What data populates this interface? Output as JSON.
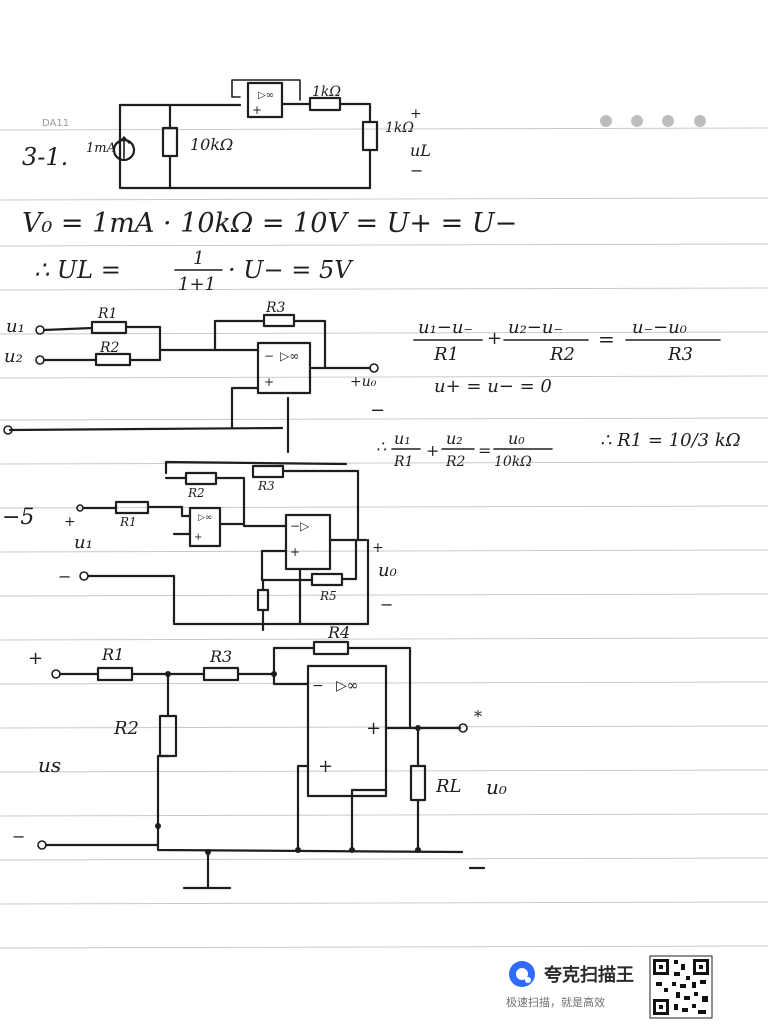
{
  "page": {
    "header_code": "DA11"
  },
  "problem_1": {
    "number": "3-1.",
    "source_label": "1mA",
    "r_shunt_label": "10kΩ",
    "r_series_label": "1kΩ",
    "r_load_label": "1kΩ",
    "load_voltage_label": "uL",
    "plus_sign": "+",
    "minus_sign": "−",
    "opamp_label": "▷∞",
    "equation_1": "V₀ = 1mA · 10kΩ = 10V = U+ = U−",
    "equation_2_lhs": "∴ UL =",
    "equation_2_frac_num": "1",
    "equation_2_frac_den": "1+1",
    "equation_2_rhs": "· U− = 5V"
  },
  "problem_2": {
    "input_1": "u₁",
    "input_2": "u₂",
    "r1": "R1",
    "r2": "R2",
    "r3": "R3",
    "opamp_label": "▷∞",
    "output_label": "+u₀",
    "ground_minus": "−",
    "eq_term_1_num": "u₁−u₋",
    "eq_term_1_den": "R1",
    "eq_plus": "+",
    "eq_term_2_num": "u₂−u₋",
    "eq_term_2_den": "R2",
    "eq_equals": "=",
    "eq_term_3_num": "u₋−u₀",
    "eq_term_3_den": "R3",
    "virtual_ground": "u+ = u− = 0",
    "simplified_prefix": "∴",
    "simplified_1_num": "u₁",
    "simplified_1_den": "R1",
    "simplified_2_num": "u₂",
    "simplified_2_den": "R2",
    "simplified_3_num": "u₀",
    "simplified_3_den": "10kΩ",
    "result": "∴ R1 = 10/3 kΩ"
  },
  "problem_3": {
    "input_minus": "−5",
    "input_plus": "+",
    "input_label": "u₁",
    "minus_terminal": "−",
    "r1": "R1",
    "r2": "R2",
    "r3": "R3",
    "r5": "R5",
    "opamp_1": "▷∞",
    "opamp_2": "▷",
    "output_plus": "+",
    "output_label": "u₀",
    "output_minus": "−"
  },
  "problem_4": {
    "input_plus": "+",
    "input_minus": "−",
    "r1": "R1",
    "r2": "R2",
    "r3": "R3",
    "r4": "R4",
    "rl": "RL",
    "source_label": "us",
    "opamp_label": "▷∞",
    "opamp_minus": "−",
    "opamp_plus": "+",
    "output_plus": "+",
    "output_label": "u₀",
    "output_star": "*"
  },
  "watermark": {
    "app_name": "夸克扫描王",
    "slogan": "极速扫描，就是高效",
    "logo_icon": "quark-logo-icon",
    "qr_icon": "qr-code-icon"
  }
}
